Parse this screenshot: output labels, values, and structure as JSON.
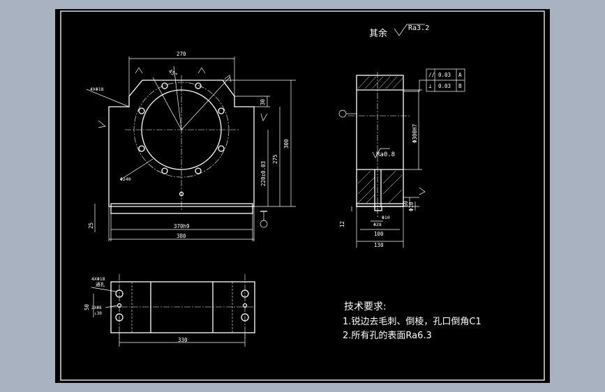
{
  "surface_note": {
    "label": "其余",
    "roughness": "Ra3.2"
  },
  "front_view": {
    "width_top": "270",
    "angle": "45°",
    "hole_spec": "4XΦ18",
    "dim_30": "30",
    "dim_300": "300",
    "dim_275": "275",
    "dim_220": "220±0.03",
    "circle_dia": "Φ240",
    "base_fit": "370h9",
    "base_width": "380",
    "base_height": "25"
  },
  "side_view": {
    "gdt_parallel": "//",
    "gdt_parallel_tol": "0.03",
    "gdt_parallel_ref": "A",
    "gdt_perp": "⊥",
    "gdt_perp_tol": "0.03",
    "gdt_perp_ref": "B",
    "bore": "Φ300H7",
    "roughness_bore": "Ra0.8",
    "dim_60": "60",
    "dim_110": "Φ10",
    "dim_12": "12",
    "dim_phi10": "Φ10",
    "dim_phi28": "Φ28",
    "dim_100": "100",
    "dim_130": "130"
  },
  "top_view": {
    "hole_spec": "4XΦ18",
    "hole_note": "通孔",
    "dim_50": "50",
    "pin_spec": "2XΦ8",
    "pin_depth": "↓30",
    "dim_330": "330"
  },
  "tech_requirements": {
    "title": "技术要求:",
    "item1": "1.锐边去毛刺、倒棱，孔口倒角C1",
    "item2": "2.所有孔的表面Ra6.3"
  }
}
